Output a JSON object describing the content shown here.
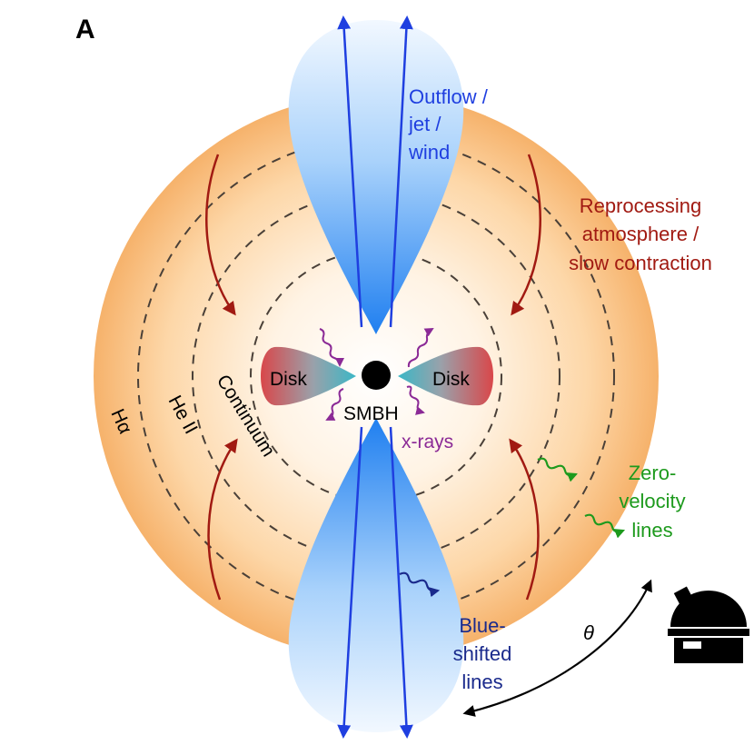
{
  "panel_label": "A",
  "labels": {
    "outflow": [
      "Outflow /",
      "jet /",
      "wind"
    ],
    "reprocessing": [
      "Reprocessing",
      "atmosphere /",
      "slow contraction"
    ],
    "disk_left": "Disk",
    "disk_right": "Disk",
    "smbh": "SMBH",
    "xrays": "x-rays",
    "continuum": "Continuum",
    "he_ii": "He II",
    "h_alpha": "Hα",
    "zero_velocity": [
      "Zero-",
      "velocity",
      "lines"
    ],
    "blue_shifted": [
      "Blue-",
      "shifted",
      "lines"
    ],
    "theta": "θ"
  },
  "colors": {
    "outflow_text": "#1f3fe0",
    "reprocessing_text": "#a11a12",
    "xray_text": "#8b2a96",
    "zero_velocity_text": "#1d9a1d",
    "blue_shifted_text": "#1a2a8c",
    "jet_blue": "#2a7fe6",
    "atmosphere_orange": "#f6b26b",
    "disk_red": "#d9474a",
    "disk_teal": "#3bb7c6"
  },
  "icons": {
    "telescope": "observatory-dome-icon"
  }
}
